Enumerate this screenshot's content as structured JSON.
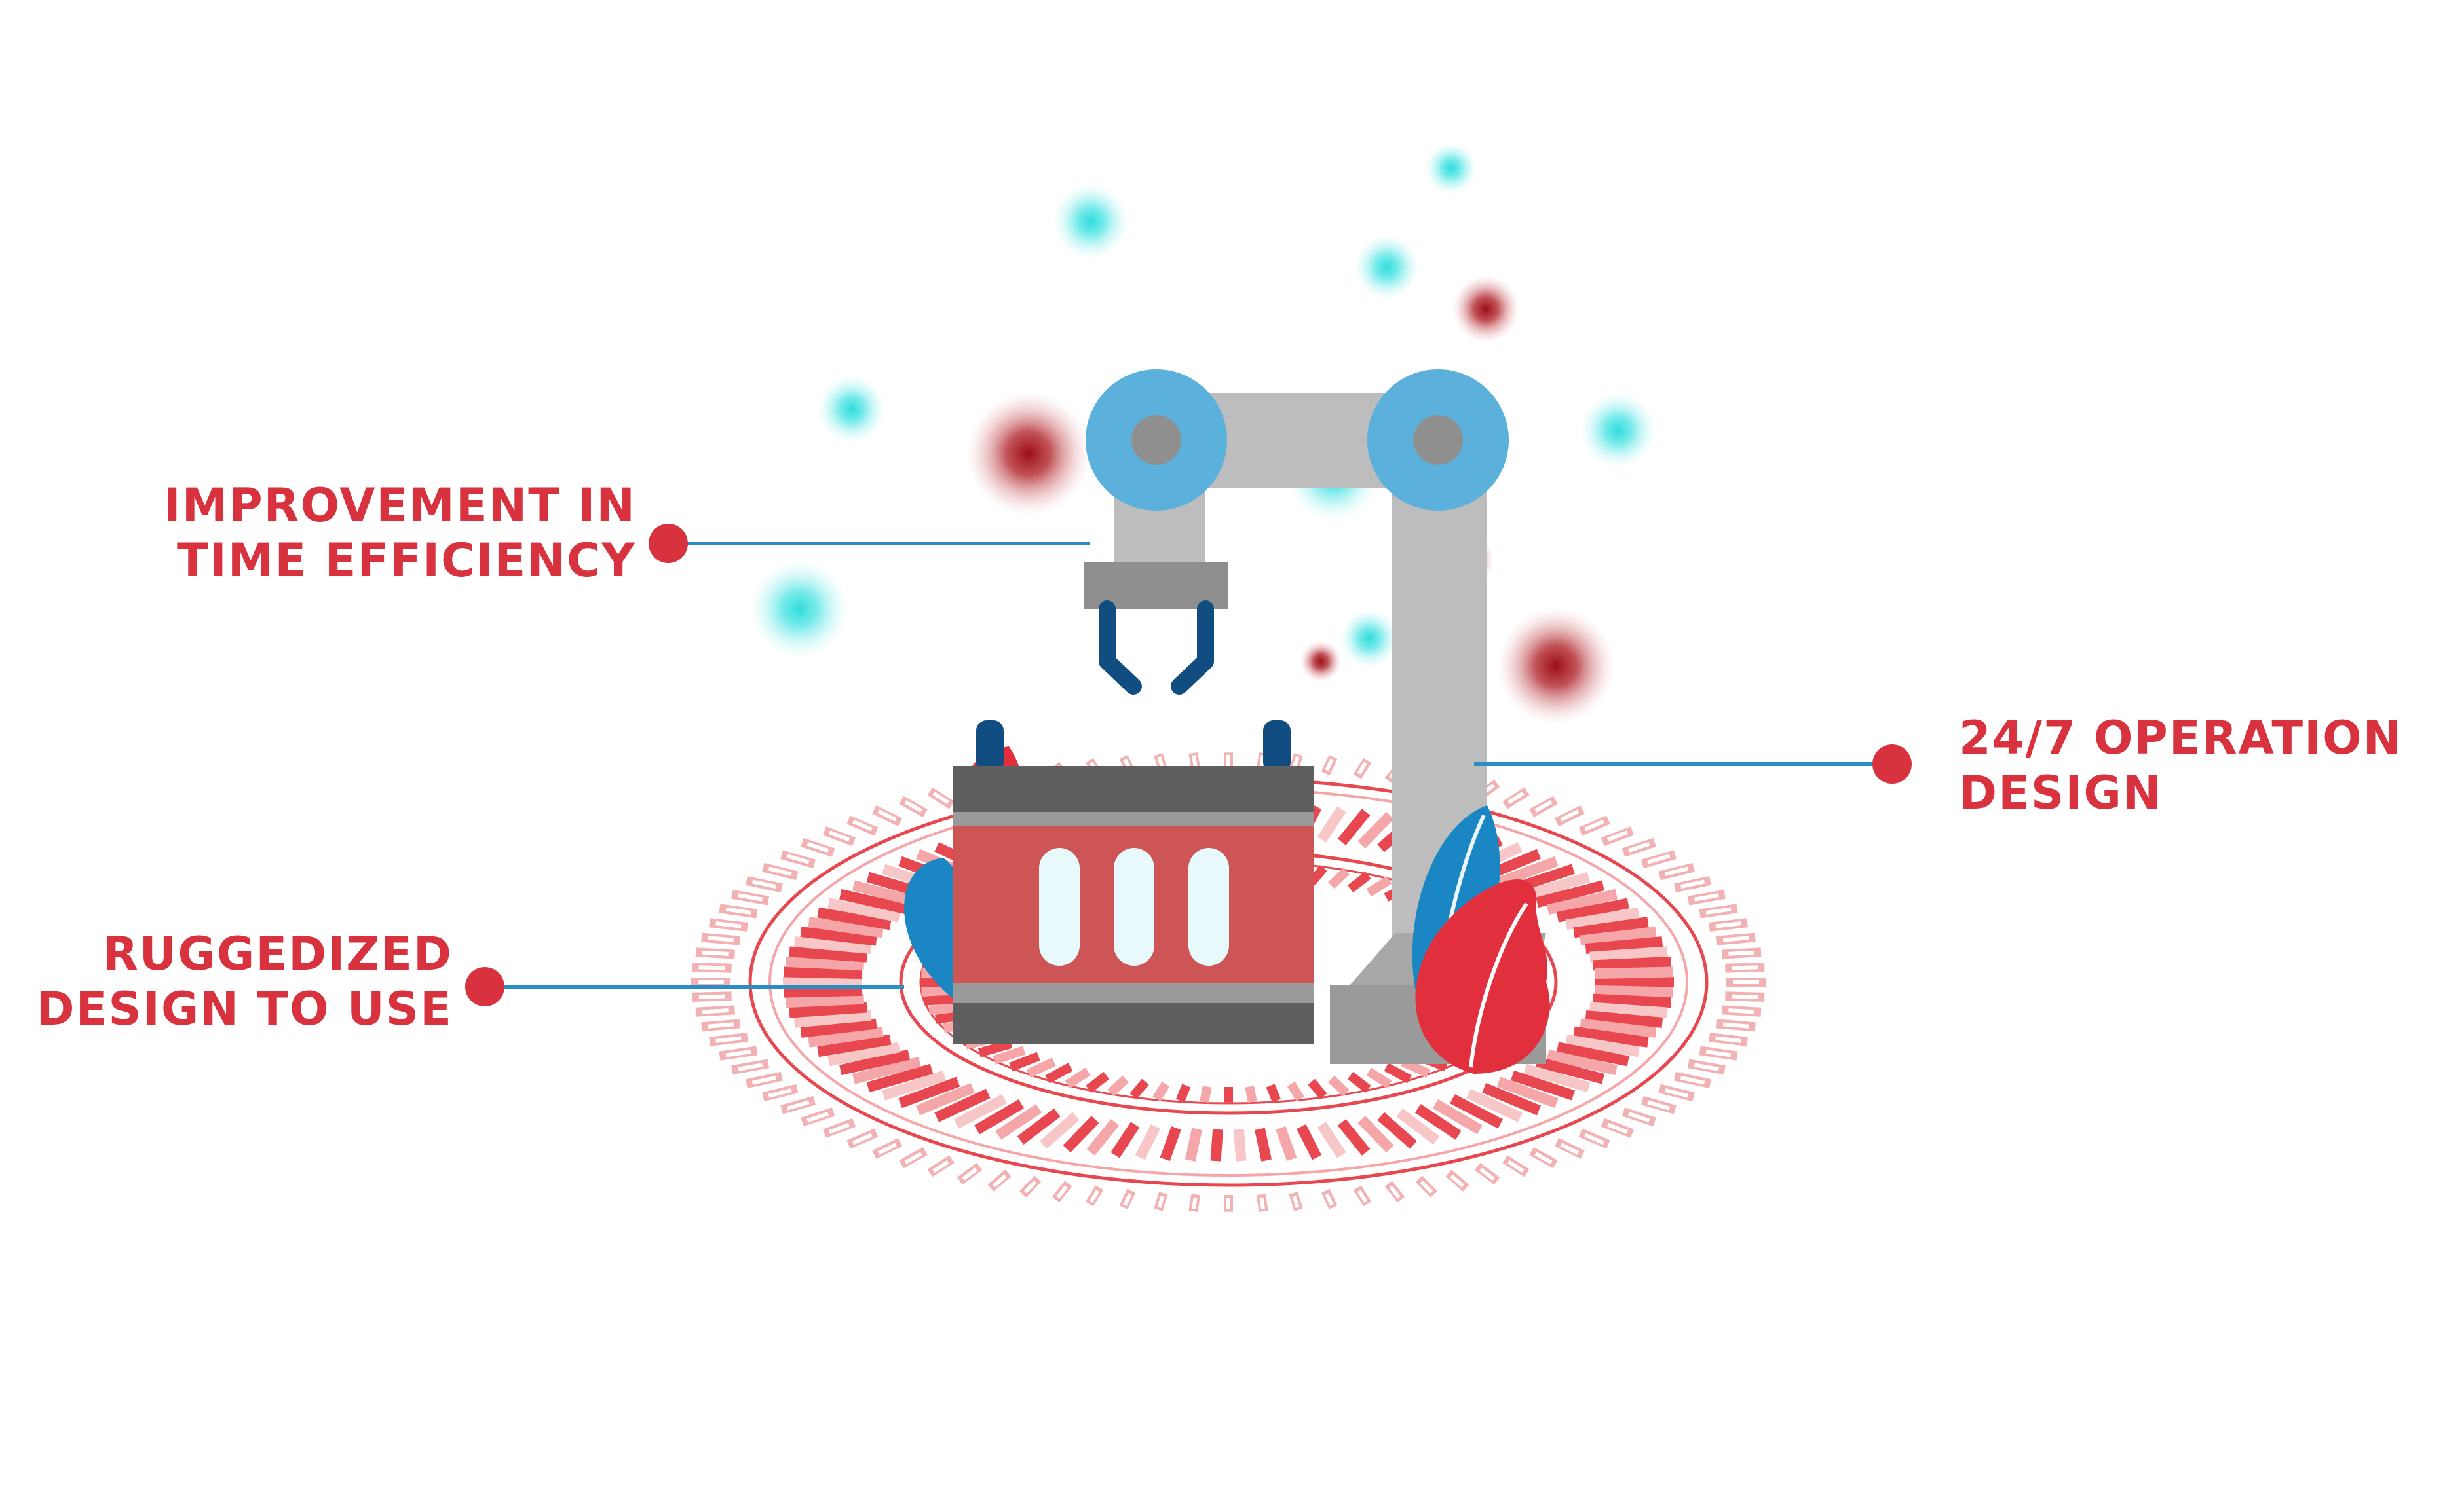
{
  "colors": {
    "label_text": "#d8323f",
    "dot": "#d8323f",
    "connector": "#2a8ec4",
    "ring_red": "#e8474f",
    "ring_pink": "#f4a6a8",
    "joint_blue": "#5bb1dc",
    "arm_gray": "#bdbdbd",
    "battery_red": "#cd5555",
    "cell_light": "#e8f9fc",
    "glow_cyan": "#57e3e3",
    "glow_red": "#a3151c",
    "leaf_blue": "#1b86c4",
    "leaf_red": "#e12f3d",
    "gripper_navy": "#124d82"
  },
  "callouts": {
    "time_efficiency": {
      "text": "IMPROVEMENT IN\nTIME EFFICIENCY"
    },
    "ruggedized": {
      "text": "RUGGEDIZED\nDESIGN TO USE"
    },
    "operation_247": {
      "text": "24/7 OPERATION\nDESIGN"
    }
  },
  "icons": {
    "robot_arm": "robotic-arm-icon",
    "battery": "battery-icon",
    "platform": "circular-platform-icon"
  }
}
